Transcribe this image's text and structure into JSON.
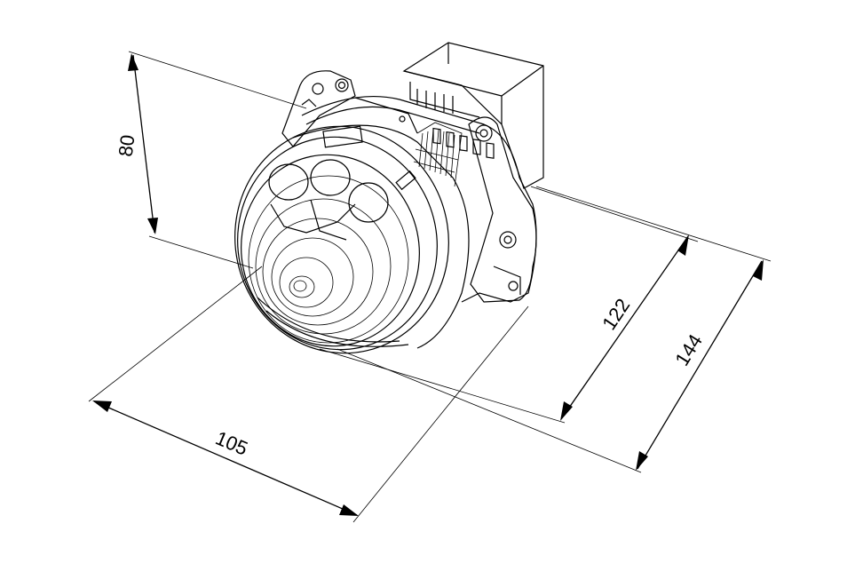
{
  "dimensions": {
    "height": "80",
    "width": "105",
    "length_body": "122",
    "length_total": "144"
  },
  "colors": {
    "line": "#000000",
    "background": "#ffffff"
  },
  "icons": {
    "product": "projector-headlight-module-icon"
  }
}
